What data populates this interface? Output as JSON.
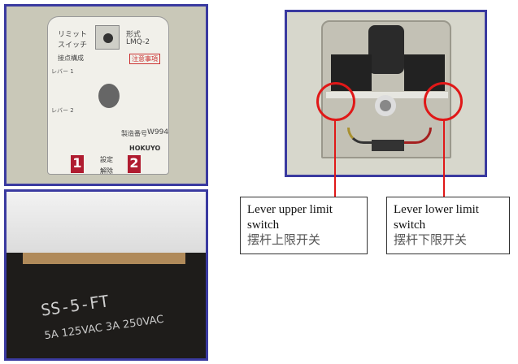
{
  "photo_top_left": {
    "plate_text": {
      "title": "リミット スイッチ",
      "model_label": "形式",
      "model": "LMQ-2",
      "notice": "注意事項",
      "contacts": "接点構成",
      "lever1": "レバー 1",
      "lever2": "レバー 2",
      "serial_label": "製造番号",
      "serial": "W994",
      "maker": "HOKUYO",
      "set": "設定",
      "release": "解除",
      "num1": "1",
      "num2": "2"
    }
  },
  "photo_bottom_left": {
    "switch_model": "SS-5-FT",
    "rating": "5A 125VAC 3A 250VAC"
  },
  "callouts": [
    {
      "en": "Lever upper limit switch",
      "cn": "摆杆上限开关"
    },
    {
      "en": "Lever lower limit switch",
      "cn": "摆杆下限开关"
    }
  ],
  "colors": {
    "frame": "#3a3aa0",
    "callout": "#e01818"
  }
}
